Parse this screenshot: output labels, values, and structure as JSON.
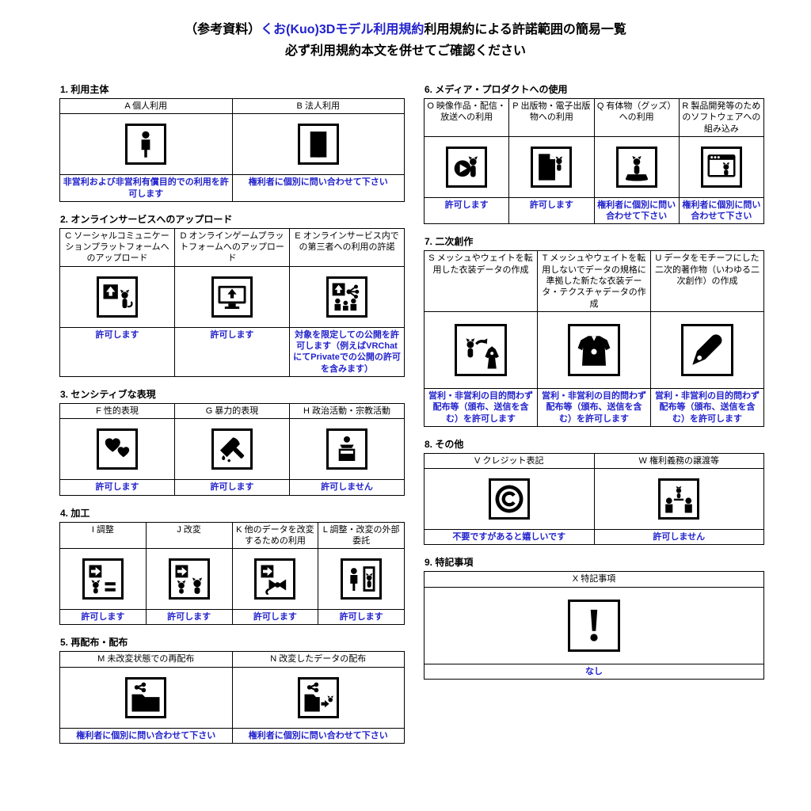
{
  "title": {
    "prefix": "（参考資料）",
    "highlight": "くお(Kuo)3Dモデル利用規約",
    "suffix": "利用規約による許諾範囲の簡易一覧",
    "line2": "必ず利用規約本文を併せてご確認ください"
  },
  "colors": {
    "accent_blue": "#2222cc",
    "text_black": "#000000",
    "background": "#ffffff",
    "icon_black": "#000000"
  },
  "sections": [
    {
      "heading": "1. 利用主体",
      "items": [
        {
          "label": "A 個人利用",
          "icon": "person-icon",
          "result": "非営利および非営利有償目的での利用を許可します"
        },
        {
          "label": "B 法人利用",
          "icon": "building-icon",
          "result": "権利者に個別に問い合わせて下さい"
        }
      ]
    },
    {
      "heading": "2. オンラインサービスへのアップロード",
      "items": [
        {
          "label": "C ソーシャルコミュニケーションプラットフォームへのアップロード",
          "icon": "upload-cat-icon",
          "result": "許可します"
        },
        {
          "label": "D オンラインゲームプラットフォームへのアップロード",
          "icon": "upload-monitor-icon",
          "result": "許可します"
        },
        {
          "label": "E オンラインサービス内での第三者への利用の許諾",
          "icon": "share-network-icon",
          "result": "対象を限定しての公開を許可します（例えばVRChatにてPrivateでの公開の許可を含みます）"
        }
      ]
    },
    {
      "heading": "3. センシティブな表現",
      "items": [
        {
          "label": "F 性的表現",
          "icon": "hearts-icon",
          "result": "許可します"
        },
        {
          "label": "G 暴力的表現",
          "icon": "knife-icon",
          "result": "許可します"
        },
        {
          "label": "H 政治活動・宗教活動",
          "icon": "podium-icon",
          "result": "許可しません"
        }
      ]
    },
    {
      "heading": "4. 加工",
      "items": [
        {
          "label": "I 調整",
          "icon": "adjust-icon",
          "result": "許可します"
        },
        {
          "label": "J 改変",
          "icon": "modify-icon",
          "result": "許可します"
        },
        {
          "label": "K 他のデータを改変するための利用",
          "icon": "ribbon-icon",
          "result": "許可します"
        },
        {
          "label": "L 調整・改変の外部委託",
          "icon": "outsource-icon",
          "result": "許可します"
        }
      ]
    },
    {
      "heading": "5. 再配布・配布",
      "items": [
        {
          "label": "M 未改変状態での再配布",
          "icon": "share-folder-icon",
          "result": "権利者に個別に問い合わせて下さい"
        },
        {
          "label": "N 改変したデータの配布",
          "icon": "share-folder-modified-icon",
          "result": "権利者に個別に問い合わせて下さい"
        }
      ]
    },
    {
      "heading": "6. メディア・プロダクトへの使用",
      "items": [
        {
          "label": "O 映像作品・配信・放送への利用",
          "icon": "video-cat-icon",
          "result": "許可します"
        },
        {
          "label": "P 出版物・電子出版物への利用",
          "icon": "document-cat-icon",
          "result": "許可します"
        },
        {
          "label": "Q 有体物（グッズ）への利用",
          "icon": "goods-icon",
          "result": "権利者に個別に問い合わせて下さい"
        },
        {
          "label": "R 製品開発等のためのソフトウェアへの組み込み",
          "icon": "software-cat-icon",
          "result": "権利者に個別に問い合わせて下さい"
        }
      ]
    },
    {
      "heading": "7. 二次創作",
      "items": [
        {
          "label": "S メッシュやウェイトを転用した衣装データの作成",
          "icon": "costume-reuse-icon",
          "result": "営利・非営利の目的問わず配布等（頒布、送信を含む）を許可します"
        },
        {
          "label": "T メッシュやウェイトを転用しないでデータの規格に準拠した新たな衣装データ・テクスチャデータの作成",
          "icon": "costume-new-icon",
          "result": "営利・非営利の目的問わず配布等（頒布、送信を含む）を許可します"
        },
        {
          "label": "U データをモチーフにした二次的著作物（いわゆる二次創作）の作成",
          "icon": "pen-icon",
          "result": "営利・非営利の目的問わず配布等（頒布、送信を含む）を許可します"
        }
      ]
    },
    {
      "heading": "8. その他",
      "items": [
        {
          "label": "V クレジット表記",
          "icon": "copyright-icon",
          "result": "不要ですがあると嬉しいです"
        },
        {
          "label": "W 権利義務の譲渡等",
          "icon": "transfer-icon",
          "result": "許可しません"
        }
      ]
    },
    {
      "heading": "9. 特記事項",
      "items": [
        {
          "label": "X 特記事項",
          "icon": "exclamation-icon",
          "result": "なし"
        }
      ]
    }
  ]
}
